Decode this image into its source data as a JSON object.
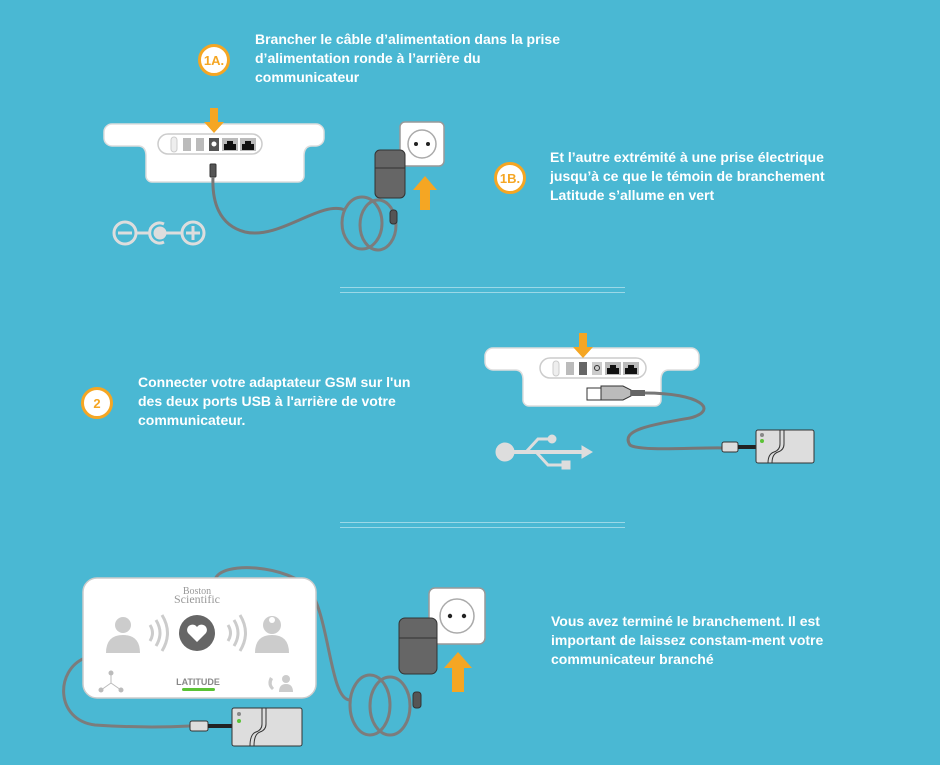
{
  "steps": [
    {
      "badge": "1A.",
      "text": "Brancher le câble d’alimentation dans la prise d’alimentation ronde à l’arrière du communicateur"
    },
    {
      "badge": "1B.",
      "text": "Et l’autre extrémité à une prise électrique jusqu’à ce que le témoin de branchement Latitude s’allume en vert"
    },
    {
      "badge": "2",
      "text": "Connecter votre adaptateur GSM sur l'un des deux ports USB à l'arrière de votre communicateur."
    },
    {
      "text": "Vous avez terminé le branchement. Il est important de laissez constam-ment votre communicateur branché"
    }
  ],
  "device": {
    "brand_line1": "Boston",
    "brand_line2": "Scientific",
    "product": "LATITUDE"
  },
  "icons": [
    "polarity-icon",
    "usb-icon",
    "patient-icon",
    "heart-icon",
    "doctor-icon",
    "network-icon",
    "phone-doctor-icon",
    "wall-socket-icon",
    "power-adapter-icon",
    "gsm-adapter-icon"
  ],
  "colors": {
    "background": "#4ab8d3",
    "accent": "#f5a623",
    "led_green": "#5bc236"
  }
}
